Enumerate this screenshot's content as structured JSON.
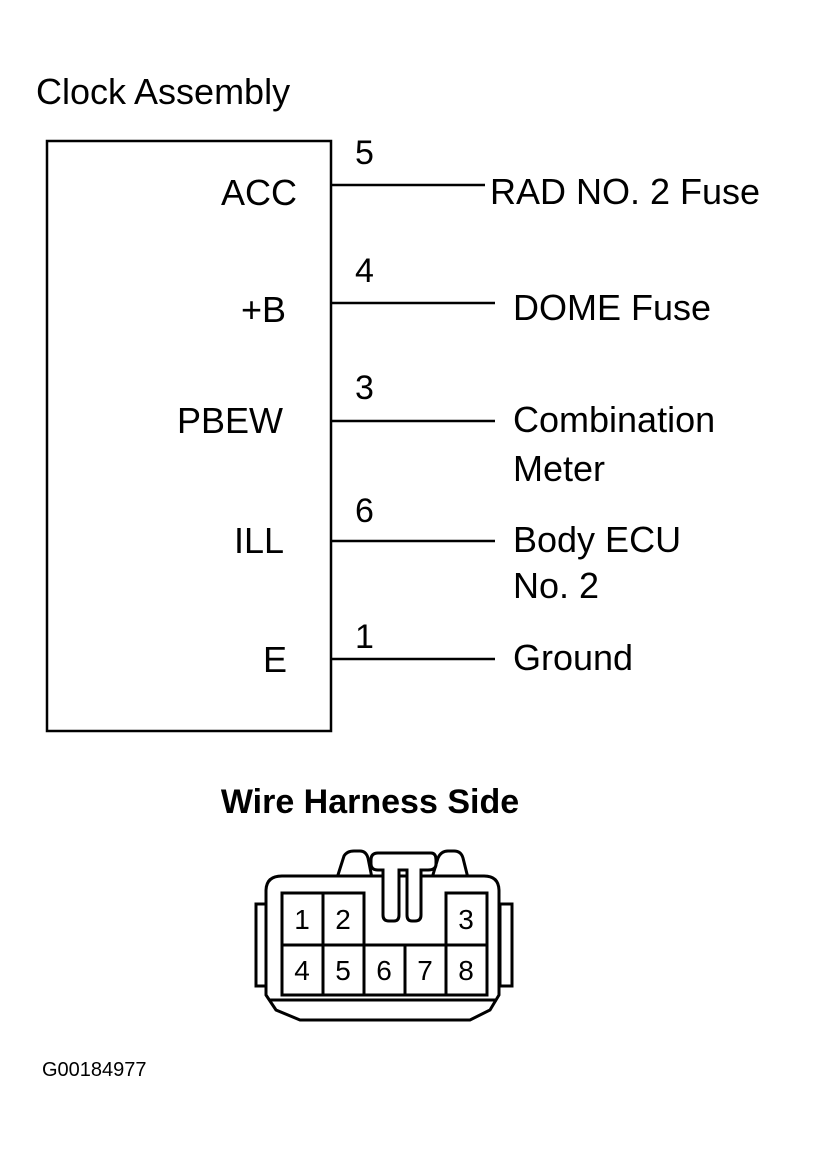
{
  "title": "Clock Assembly",
  "terminals": [
    {
      "name": "ACC",
      "pin": "5",
      "dest": [
        "RAD NO. 2 Fuse"
      ]
    },
    {
      "name": "+B",
      "pin": "4",
      "dest": [
        "DOME Fuse"
      ]
    },
    {
      "name": "PBEW",
      "pin": "3",
      "dest": [
        "Combination",
        "Meter"
      ]
    },
    {
      "name": "ILL",
      "pin": "6",
      "dest": [
        "Body ECU",
        "No. 2"
      ]
    },
    {
      "name": "E",
      "pin": "1",
      "dest": [
        "Ground"
      ]
    }
  ],
  "connector": {
    "heading": "Wire Harness Side",
    "top_row": [
      "1",
      "2",
      "3"
    ],
    "bottom_row": [
      "4",
      "5",
      "6",
      "7",
      "8"
    ]
  },
  "figure_code": "G00184977"
}
